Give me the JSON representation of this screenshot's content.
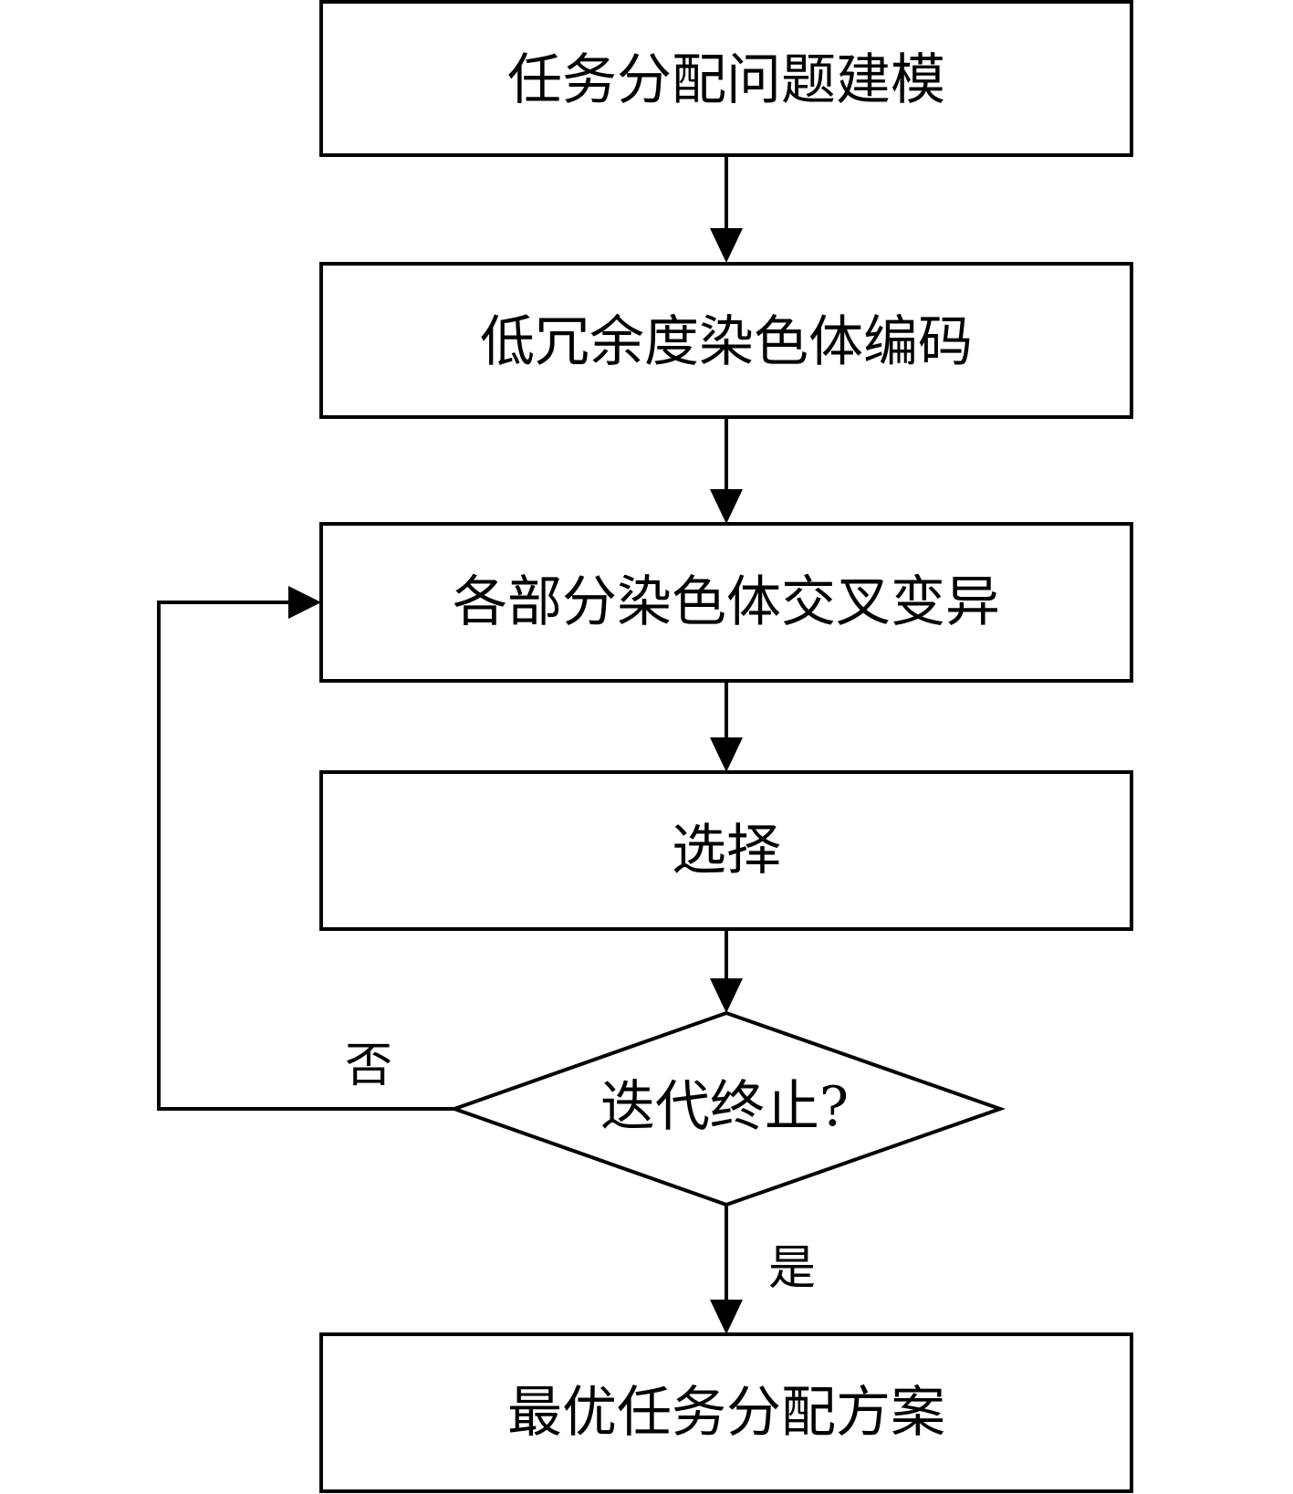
{
  "diagram": {
    "steps": [
      {
        "id": "model",
        "label": "任务分配问题建模"
      },
      {
        "id": "encode",
        "label": "低冗余度染色体编码"
      },
      {
        "id": "crossover",
        "label": "各部分染色体交叉变异"
      },
      {
        "id": "select",
        "label": "选择"
      }
    ],
    "decision": {
      "id": "terminate",
      "label": "迭代终止?"
    },
    "result": {
      "id": "optimal",
      "label": "最优任务分配方案"
    },
    "edge_labels": {
      "no": "否",
      "yes": "是"
    },
    "colors": {
      "stroke": "#000000",
      "fill": "#ffffff",
      "text": "#000000"
    }
  }
}
